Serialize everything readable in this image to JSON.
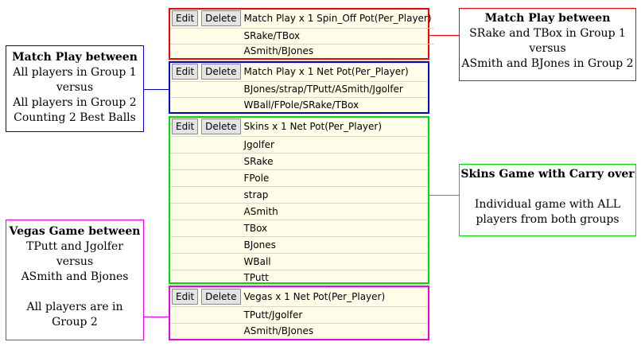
{
  "colors": {
    "red": "#ff0000",
    "blue": "#0000cc",
    "green": "#00dd00",
    "magenta": "#ee00ee",
    "row_bg": "#fefee8"
  },
  "buttons": {
    "edit": "Edit",
    "delete": "Delete"
  },
  "games": [
    {
      "title": "Match Play x 1 Spin_Off Pot(Per_Player)",
      "rows": [
        "SRake/TBox",
        "ASmith/BJones"
      ]
    },
    {
      "title": "Match Play x 1 Net Pot(Per_Player)",
      "rows": [
        "BJones/strap/TPutt/ASmith/Jgolfer",
        "WBall/FPole/SRake/TBox"
      ]
    },
    {
      "title": "Skins x 1 Net Pot(Per_Player)",
      "rows": [
        "Jgolfer",
        "SRake",
        "FPole",
        "strap",
        "ASmith",
        "TBox",
        "BJones",
        "WBall",
        "TPutt"
      ]
    },
    {
      "title": "Vegas x 1 Net Pot(Per_Player)",
      "rows": [
        "TPutt/Jgolfer",
        "ASmith/BJones"
      ]
    }
  ],
  "notes": {
    "red": {
      "title": "Match Play between",
      "lines": [
        "SRake and TBox in Group 1",
        "versus",
        "ASmith and BJones in Group 2"
      ]
    },
    "blue": {
      "title": "Match Play between",
      "lines": [
        "All players in Group 1",
        "versus",
        "All players in Group 2",
        "Counting 2 Best Balls"
      ]
    },
    "green": {
      "title": "Skins Game with Carry over",
      "lines": [
        "",
        "Individual game with ALL",
        "players from both groups"
      ]
    },
    "magenta": {
      "title": "Vegas Game between",
      "lines": [
        "TPutt and Jgolfer",
        "versus",
        "ASmith and Bjones",
        "",
        "All players are in",
        "Group 2"
      ]
    }
  }
}
